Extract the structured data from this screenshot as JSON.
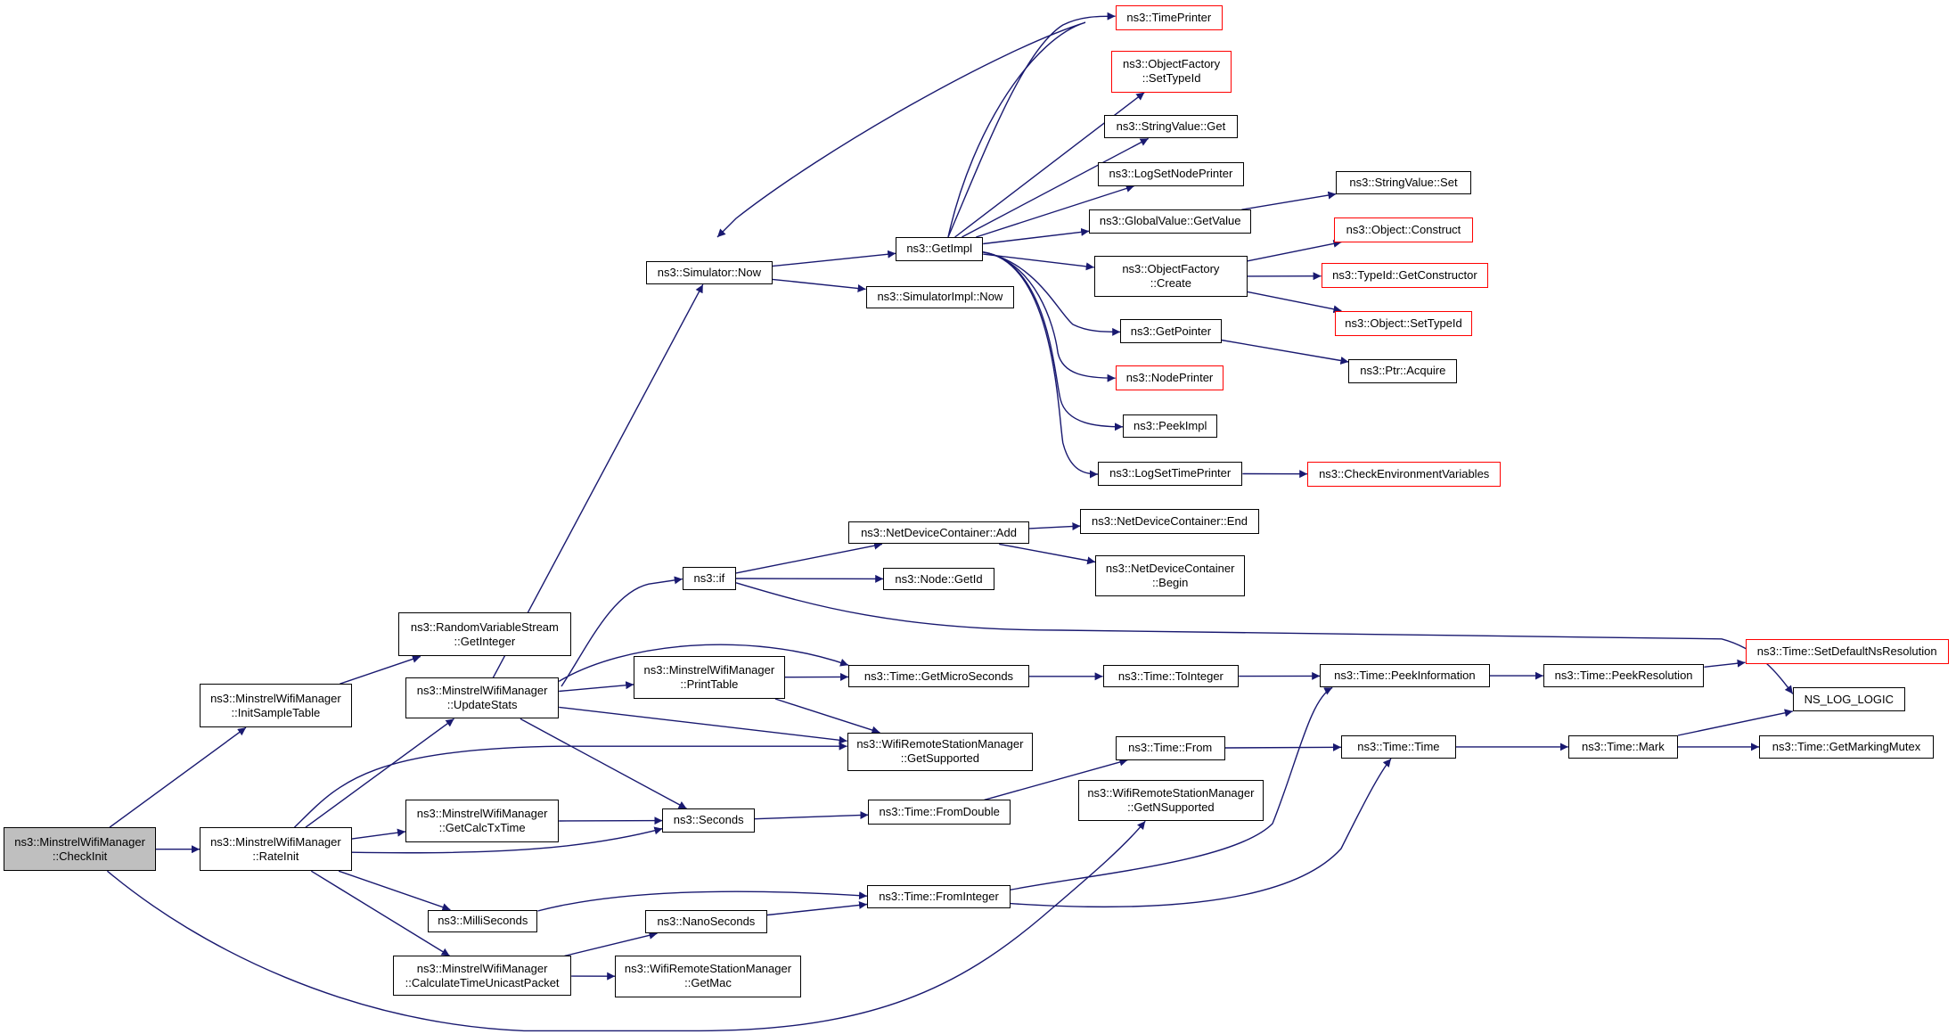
{
  "colors": {
    "edge": "#191970",
    "node_border": "#000000",
    "link_border": "#ff0000",
    "root_fill": "#bfbfbf"
  },
  "nodes": [
    {
      "id": "checkinit",
      "label": "ns3::MinstrelWifiManager\n::CheckInit",
      "style": "root"
    },
    {
      "id": "initsampletable",
      "label": "ns3::MinstrelWifiManager\n::InitSampleTable",
      "style": "normal"
    },
    {
      "id": "rateinit",
      "label": "ns3::MinstrelWifiManager\n::RateInit",
      "style": "normal"
    },
    {
      "id": "rvs-getinteger",
      "label": "ns3::RandomVariableStream\n::GetInteger",
      "style": "normal"
    },
    {
      "id": "updatestats",
      "label": "ns3::MinstrelWifiManager\n::UpdateStats",
      "style": "normal"
    },
    {
      "id": "getcalctxtime",
      "label": "ns3::MinstrelWifiManager\n::GetCalcTxTime",
      "style": "normal"
    },
    {
      "id": "milliseconds",
      "label": "ns3::MilliSeconds",
      "style": "normal"
    },
    {
      "id": "calctimeunicast",
      "label": "ns3::MinstrelWifiManager\n::CalculateTimeUnicastPacket",
      "style": "normal"
    },
    {
      "id": "simulator-now",
      "label": "ns3::Simulator::Now",
      "style": "normal"
    },
    {
      "id": "if",
      "label": "ns3::if",
      "style": "normal"
    },
    {
      "id": "printtable",
      "label": "ns3::MinstrelWifiManager\n::PrintTable",
      "style": "normal"
    },
    {
      "id": "seconds",
      "label": "ns3::Seconds",
      "style": "normal"
    },
    {
      "id": "nanoseconds",
      "label": "ns3::NanoSeconds",
      "style": "normal"
    },
    {
      "id": "wrsm-getmac",
      "label": "ns3::WifiRemoteStationManager\n::GetMac",
      "style": "normal"
    },
    {
      "id": "getimpl",
      "label": "ns3::GetImpl",
      "style": "normal"
    },
    {
      "id": "simulatorimpl-now",
      "label": "ns3::SimulatorImpl::Now",
      "style": "normal"
    },
    {
      "id": "ndc-add",
      "label": "ns3::NetDeviceContainer::Add",
      "style": "normal"
    },
    {
      "id": "node-getid",
      "label": "ns3::Node::GetId",
      "style": "normal"
    },
    {
      "id": "time-getmicroseconds",
      "label": "ns3::Time::GetMicroSeconds",
      "style": "normal"
    },
    {
      "id": "wrsm-getsupported",
      "label": "ns3::WifiRemoteStationManager\n::GetSupported",
      "style": "normal"
    },
    {
      "id": "time-fromdouble",
      "label": "ns3::Time::FromDouble",
      "style": "normal"
    },
    {
      "id": "time-frominteger",
      "label": "ns3::Time::FromInteger",
      "style": "normal"
    },
    {
      "id": "timeprinter",
      "label": "ns3::TimePrinter",
      "style": "link"
    },
    {
      "id": "objectfactory-settypeid",
      "label": "ns3::ObjectFactory\n::SetTypeId",
      "style": "link"
    },
    {
      "id": "stringvalue-get",
      "label": "ns3::StringValue::Get",
      "style": "normal"
    },
    {
      "id": "logsetnodeprinter",
      "label": "ns3::LogSetNodePrinter",
      "style": "normal"
    },
    {
      "id": "globalvalue-getvalue",
      "label": "ns3::GlobalValue::GetValue",
      "style": "normal"
    },
    {
      "id": "objectfactory-create",
      "label": "ns3::ObjectFactory\n::Create",
      "style": "normal"
    },
    {
      "id": "getpointer",
      "label": "ns3::GetPointer",
      "style": "normal"
    },
    {
      "id": "nodeprinter",
      "label": "ns3::NodePrinter",
      "style": "link"
    },
    {
      "id": "peekimpl",
      "label": "ns3::PeekImpl",
      "style": "normal"
    },
    {
      "id": "logsettimeprinter",
      "label": "ns3::LogSetTimePrinter",
      "style": "normal"
    },
    {
      "id": "ndc-end",
      "label": "ns3::NetDeviceContainer::End",
      "style": "normal"
    },
    {
      "id": "ndc-begin",
      "label": "ns3::NetDeviceContainer\n::Begin",
      "style": "normal"
    },
    {
      "id": "time-tointeger",
      "label": "ns3::Time::ToInteger",
      "style": "normal"
    },
    {
      "id": "time-from",
      "label": "ns3::Time::From",
      "style": "normal"
    },
    {
      "id": "wrsm-getnsupported",
      "label": "ns3::WifiRemoteStationManager\n::GetNSupported",
      "style": "normal"
    },
    {
      "id": "stringvalue-set",
      "label": "ns3::StringValue::Set",
      "style": "normal"
    },
    {
      "id": "object-construct",
      "label": "ns3::Object::Construct",
      "style": "link"
    },
    {
      "id": "typeid-getconstructor",
      "label": "ns3::TypeId::GetConstructor",
      "style": "link"
    },
    {
      "id": "object-settypeid",
      "label": "ns3::Object::SetTypeId",
      "style": "link"
    },
    {
      "id": "ptr-acquire",
      "label": "ns3::Ptr::Acquire",
      "style": "normal"
    },
    {
      "id": "checkenvvars",
      "label": "ns3::CheckEnvironmentVariables",
      "style": "link"
    },
    {
      "id": "time-peekinformation",
      "label": "ns3::Time::PeekInformation",
      "style": "normal"
    },
    {
      "id": "time-time",
      "label": "ns3::Time::Time",
      "style": "normal"
    },
    {
      "id": "time-peekresolution",
      "label": "ns3::Time::PeekResolution",
      "style": "normal"
    },
    {
      "id": "time-mark",
      "label": "ns3::Time::Mark",
      "style": "normal"
    },
    {
      "id": "time-setdefaultnsresolution",
      "label": "ns3::Time::SetDefaultNsResolution",
      "style": "link"
    },
    {
      "id": "ns-log-logic",
      "label": "NS_LOG_LOGIC",
      "style": "normal"
    },
    {
      "id": "time-getmarkingmutex",
      "label": "ns3::Time::GetMarkingMutex",
      "style": "normal"
    }
  ],
  "edges": [
    [
      "checkinit",
      "initsampletable"
    ],
    [
      "checkinit",
      "rateinit"
    ],
    [
      "checkinit",
      "wrsm-getnsupported"
    ],
    [
      "initsampletable",
      "rvs-getinteger"
    ],
    [
      "rateinit",
      "updatestats"
    ],
    [
      "rateinit",
      "wrsm-getsupported"
    ],
    [
      "rateinit",
      "getcalctxtime"
    ],
    [
      "rateinit",
      "seconds"
    ],
    [
      "rateinit",
      "milliseconds"
    ],
    [
      "rateinit",
      "calctimeunicast"
    ],
    [
      "updatestats",
      "simulator-now"
    ],
    [
      "updatestats",
      "if"
    ],
    [
      "updatestats",
      "time-getmicroseconds"
    ],
    [
      "updatestats",
      "printtable"
    ],
    [
      "updatestats",
      "wrsm-getsupported"
    ],
    [
      "updatestats",
      "seconds"
    ],
    [
      "getcalctxtime",
      "seconds"
    ],
    [
      "milliseconds",
      "time-frominteger"
    ],
    [
      "calctimeunicast",
      "nanoseconds"
    ],
    [
      "calctimeunicast",
      "wrsm-getmac"
    ],
    [
      "simulator-now",
      "getimpl"
    ],
    [
      "simulator-now",
      "simulatorimpl-now"
    ],
    [
      "if",
      "ndc-add"
    ],
    [
      "if",
      "node-getid"
    ],
    [
      "if",
      "ns-log-logic"
    ],
    [
      "printtable",
      "time-getmicroseconds"
    ],
    [
      "printtable",
      "wrsm-getsupported"
    ],
    [
      "seconds",
      "time-fromdouble"
    ],
    [
      "nanoseconds",
      "time-frominteger"
    ],
    [
      "getimpl",
      "simulator-now"
    ],
    [
      "getimpl",
      "timeprinter"
    ],
    [
      "getimpl",
      "objectfactory-settypeid"
    ],
    [
      "getimpl",
      "stringvalue-get"
    ],
    [
      "getimpl",
      "logsetnodeprinter"
    ],
    [
      "getimpl",
      "globalvalue-getvalue"
    ],
    [
      "getimpl",
      "objectfactory-create"
    ],
    [
      "getimpl",
      "getpointer"
    ],
    [
      "getimpl",
      "nodeprinter"
    ],
    [
      "getimpl",
      "peekimpl"
    ],
    [
      "getimpl",
      "logsettimeprinter"
    ],
    [
      "ndc-add",
      "ndc-end"
    ],
    [
      "ndc-add",
      "ndc-begin"
    ],
    [
      "time-getmicroseconds",
      "time-tointeger"
    ],
    [
      "time-tointeger",
      "time-peekinformation"
    ],
    [
      "time-fromdouble",
      "time-from"
    ],
    [
      "time-frominteger",
      "time-peekinformation"
    ],
    [
      "time-frominteger",
      "time-time"
    ],
    [
      "time-from",
      "time-time"
    ],
    [
      "globalvalue-getvalue",
      "stringvalue-set"
    ],
    [
      "objectfactory-create",
      "object-construct"
    ],
    [
      "objectfactory-create",
      "typeid-getconstructor"
    ],
    [
      "objectfactory-create",
      "object-settypeid"
    ],
    [
      "getpointer",
      "ptr-acquire"
    ],
    [
      "logsettimeprinter",
      "checkenvvars"
    ],
    [
      "time-peekinformation",
      "time-peekresolution"
    ],
    [
      "time-time",
      "time-mark"
    ],
    [
      "time-peekresolution",
      "time-setdefaultnsresolution"
    ],
    [
      "time-mark",
      "ns-log-logic"
    ],
    [
      "time-mark",
      "time-getmarkingmutex"
    ]
  ]
}
